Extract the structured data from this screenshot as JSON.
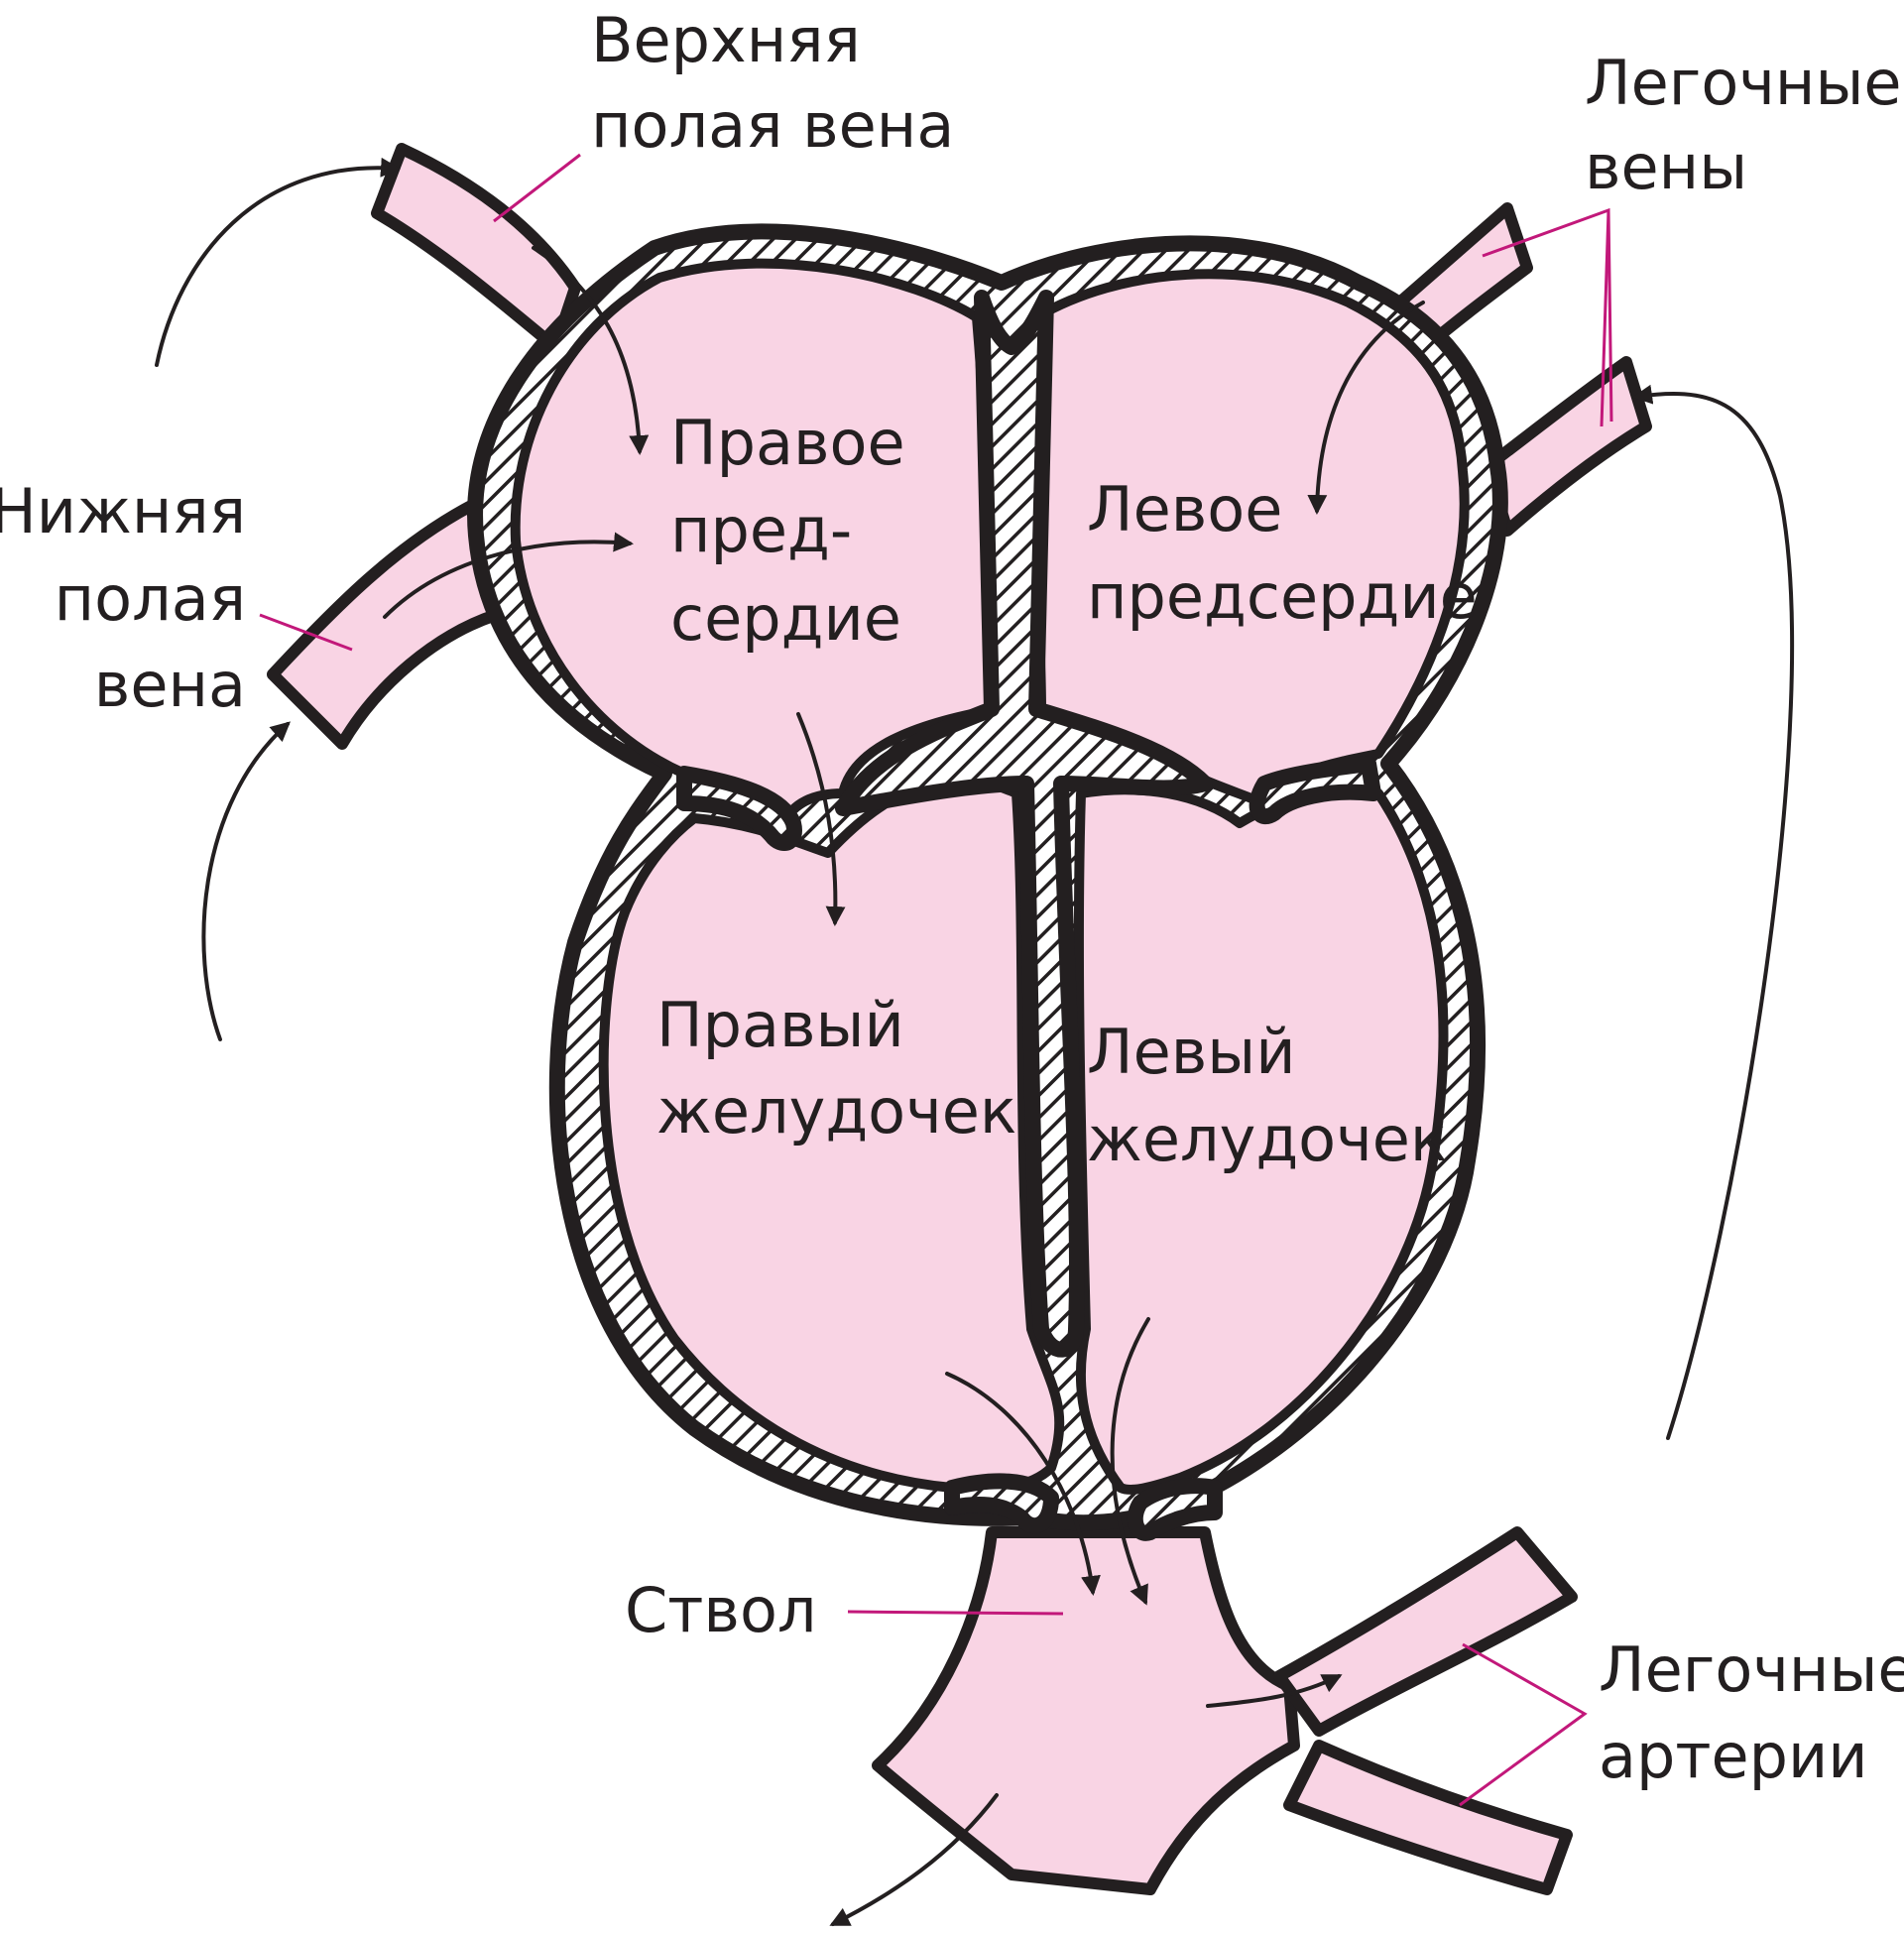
{
  "colors": {
    "blood": "#f9d4e4",
    "vessel_wall": "#e8d3dc",
    "outline": "#231f20",
    "leader": "#c2187a"
  },
  "labels": {
    "svc_line1": "Верхняя",
    "svc_line2": "полая вена",
    "ivc_line1": "Нижняя",
    "ivc_line2": "полая",
    "ivc_line3": "вена",
    "pv_line1": "Легочные",
    "pv_line2": "вены",
    "ra_line1": "Правое",
    "ra_line2": "пред-",
    "ra_line3": "сердие",
    "la_line1": "Левое",
    "la_line2": "предсердие",
    "rv_line1": "Правый",
    "rv_line2": "желудочек",
    "lv_line1": "Левый",
    "lv_line2": "желудочек",
    "trunk": "Ствол",
    "pa_line1": "Легочные",
    "pa_line2": "артерии"
  }
}
